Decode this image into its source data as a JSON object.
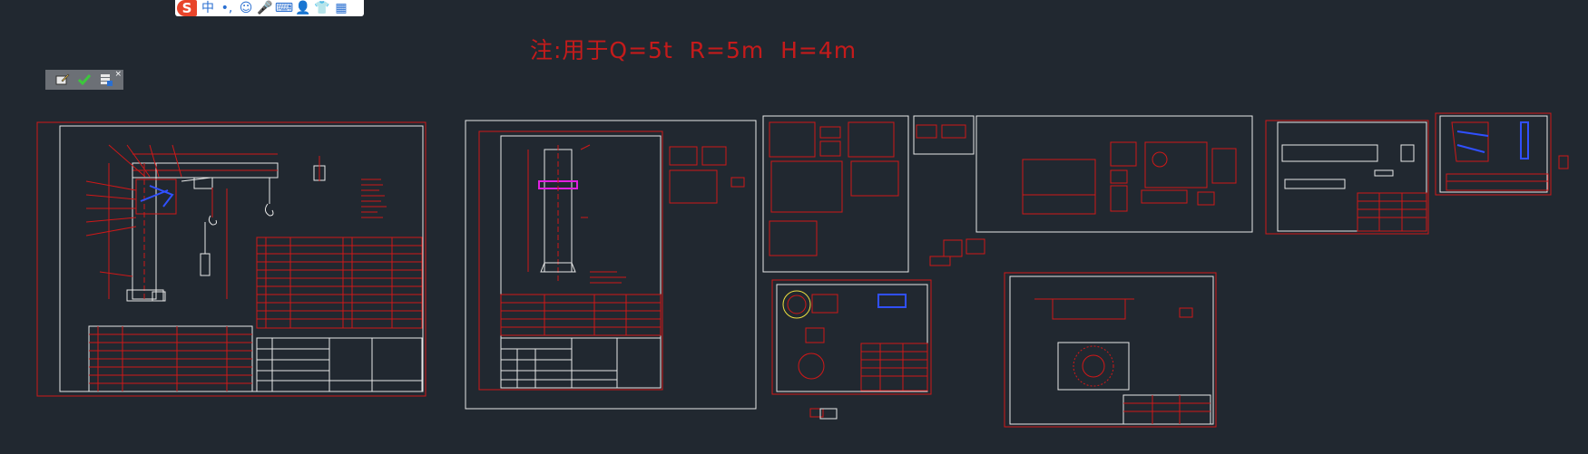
{
  "ime_toolbar": {
    "logo": "S",
    "mode": "中",
    "punctuation": "•,",
    "emoji": "☺",
    "voice": "🎤",
    "keyboard": "⌨",
    "user": "👤",
    "skin": "👕",
    "toolbox": "▦"
  },
  "mini_toolbar": {
    "close": "×"
  },
  "drawing_note": "注:用于Q=5t  R=5m  H=4m",
  "colors": {
    "canvas": "#212830",
    "line_red": "#d01818",
    "line_white": "#e8e8e8",
    "magenta": "#e020e0",
    "blue": "#3050ff"
  }
}
